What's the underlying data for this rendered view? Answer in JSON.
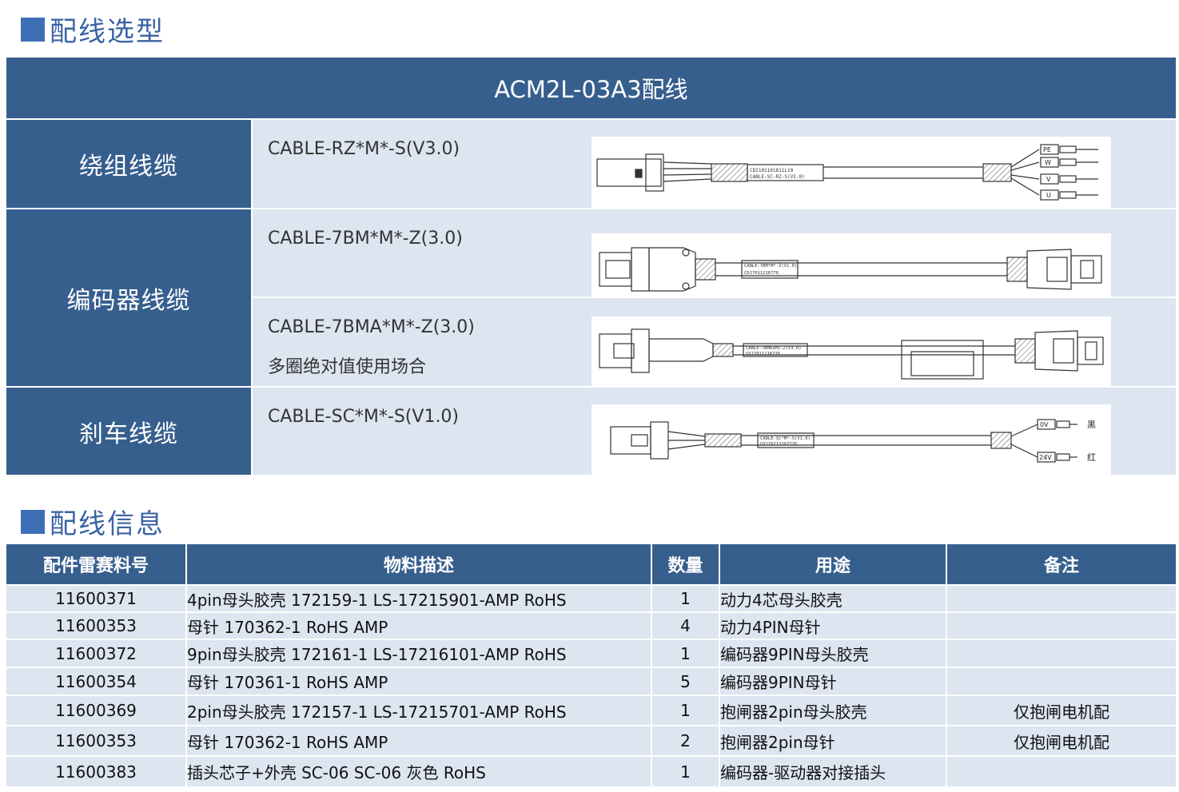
{
  "sections": {
    "selection_title": "配线选型",
    "info_title": "配线信息"
  },
  "selection_table": {
    "header": "ACM2L-03A3配线",
    "categories": [
      {
        "label": "绕组线缆"
      },
      {
        "label": "编码器线缆"
      },
      {
        "label": "刹车线缆"
      }
    ],
    "cables": [
      {
        "model": "CABLE-RZ*M*-S(V3.0)",
        "note": ""
      },
      {
        "model": "CABLE-7BM*M*-Z(3.0)",
        "note": ""
      },
      {
        "model": "CABLE-7BMA*M*-Z(3.0)",
        "note": "多圈绝对值使用场合"
      },
      {
        "model": "CABLE-SC*M*-S(V1.0)",
        "note": ""
      }
    ],
    "drawing_labels": {
      "winding_pins": [
        "PE",
        "W",
        "V",
        "U"
      ],
      "winding_tag": [
        "CDI101101811L10",
        "CABLE-SC-RZ-S(V3.0)"
      ],
      "encoder_tag": [
        "CABLE-7BM*M*-Z(V1.0)",
        "CD17011216776"
      ],
      "encoder_abs_tag": [
        "CABLE-7BMA1M5-Z(V3.0)",
        "SY17011216776"
      ],
      "brake_tag": [
        "CABLE-SC*M*-S(V1.0)",
        "CD170213167776"
      ],
      "brake_pins": [
        "0V",
        "24V"
      ],
      "brake_colors": [
        "黑",
        "红"
      ]
    }
  },
  "info_table": {
    "headers": [
      "配件雷赛料号",
      "物料描述",
      "数量",
      "用途",
      "备注"
    ],
    "rows": [
      {
        "part": "11600371",
        "desc": "4pin母头胶壳 172159-1 LS-17215901-AMP RoHS",
        "qty": "1",
        "use": "动力4芯母头胶壳",
        "remark": ""
      },
      {
        "part": "11600353",
        "desc": "母针 170362-1 RoHS AMP",
        "qty": "4",
        "use": "动力4PIN母针",
        "remark": ""
      },
      {
        "part": "11600372",
        "desc": "9pin母头胶壳 172161-1 LS-17216101-AMP RoHS",
        "qty": "1",
        "use": "编码器9PIN母头胶壳",
        "remark": ""
      },
      {
        "part": "11600354",
        "desc": "母针 170361-1 RoHS AMP",
        "qty": "5",
        "use": "编码器9PIN母针",
        "remark": ""
      },
      {
        "part": "11600369",
        "desc": "2pin母头胶壳 172157-1 LS-17215701-AMP RoHS",
        "qty": "1",
        "use": "抱闸器2pin母头胶壳",
        "remark": "仅抱闸电机配"
      },
      {
        "part": "11600353",
        "desc": "母针 170362-1 RoHS AMP",
        "qty": "2",
        "use": "抱闸器2pin母针",
        "remark": "仅抱闸电机配"
      },
      {
        "part": "11600383",
        "desc": "插头芯子+外壳 SC-06 SC-06 灰色 RoHS",
        "qty": "1",
        "use": "编码器-驱动器对接插头",
        "remark": ""
      }
    ]
  }
}
